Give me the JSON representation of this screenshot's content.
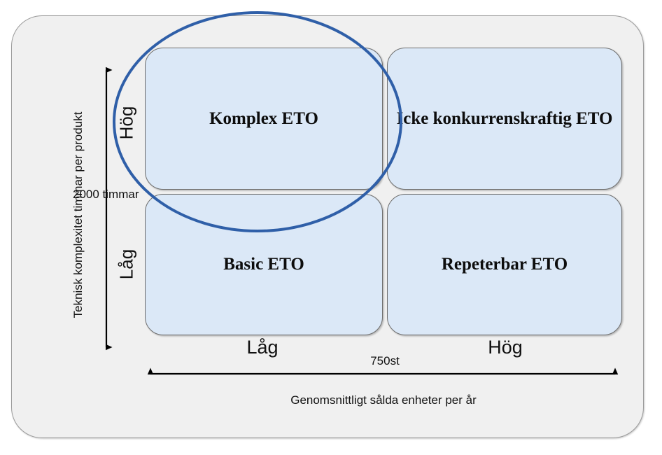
{
  "diagram": {
    "title_hidden": "",
    "colors": {
      "frame_fill": "#f0f0f0",
      "frame_border": "#9a9a9a",
      "quadrant_fill": "#dbe8f7",
      "quadrant_border": "#6e6e6e",
      "ellipse_stroke": "#2f5fa8",
      "axis_stroke": "#000000",
      "text": "#111111"
    },
    "quadrants": [
      {
        "key": "top-left",
        "label": "Komplex ETO"
      },
      {
        "key": "top-right",
        "label": "Icke konkurrenskraftig ETO"
      },
      {
        "key": "bottom-left",
        "label": "Basic ETO"
      },
      {
        "key": "bottom-right",
        "label": "Repeterbar ETO"
      }
    ],
    "y_axis": {
      "title": "Teknisk komplexitet timmar per produkt",
      "high_label": "Hög",
      "low_label": "Låg",
      "threshold_label": "2000 timmar"
    },
    "x_axis": {
      "title": "Genomsnittligt sålda enheter per år",
      "low_label": "Låg",
      "high_label": "Hög",
      "threshold_label": "750st"
    },
    "highlight": {
      "shape": "ellipse",
      "covers": "Komplex ETO"
    }
  }
}
